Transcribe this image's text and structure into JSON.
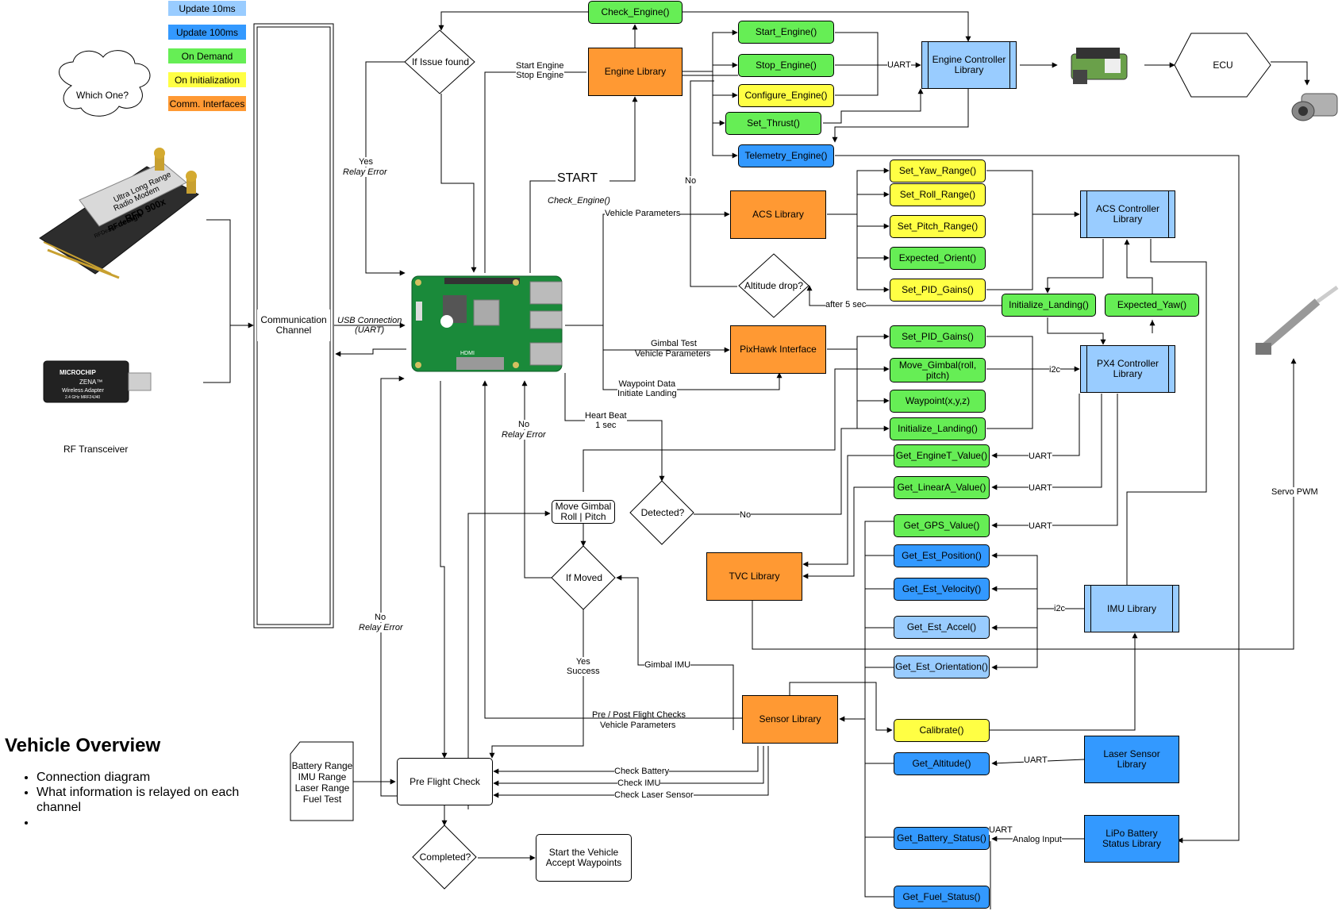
{
  "legend": [
    {
      "label": "Update 10ms",
      "color": "#99ccff"
    },
    {
      "label": "Update 100ms",
      "color": "#3399ff"
    },
    {
      "label": "On Demand",
      "color": "#66ee55"
    },
    {
      "label": "On Initialization",
      "color": "#ffff44"
    },
    {
      "label": "Comm. Interfaces",
      "color": "#ff9933"
    }
  ],
  "cloud": "Which One?",
  "rf_caption": "RF Transceiver",
  "comm_channel": "Communication\nChannel",
  "usb_label": "USB Connection\n(UART)",
  "title": "Vehicle Overview",
  "bullets": [
    "Connection diagram",
    "What information is relayed on each channel",
    ""
  ],
  "start": "START",
  "start_sub": "Check_Engine()",
  "images": {
    "rfd900": "RFD 900x",
    "rfd_line1": "Ultra Long Range",
    "rfd_line2": "Radio Modem",
    "rfd_brand": "RFdesign",
    "rfd_url": "RFDesign.com.au",
    "zena_brand": "MICROCHIP",
    "zena_line1": "ZENA™",
    "zena_line2": "Wireless Adapter",
    "zena_line3": "2.4 GHz MRF24J40",
    "pi_hdmi": "HDMI"
  },
  "diamonds": {
    "issue": "If Issue found",
    "altitude": "Altitude drop?",
    "detected": "Detected?",
    "moved": "If Moved",
    "completed": "Completed?"
  },
  "nodes": {
    "check_engine": "Check_Engine()",
    "engine_lib": "Engine Library",
    "start_engine": "Start_Engine()",
    "stop_engine": "Stop_Engine()",
    "configure_engine": "Configure_Engine()",
    "set_thrust": "Set_Thrust()",
    "telemetry_engine": "Telemetry_Engine()",
    "engine_ctrl": "Engine Controller\nLibrary",
    "ecu": "ECU",
    "acs_lib": "ACS Library",
    "set_yaw": "Set_Yaw_Range()",
    "set_roll": "Set_Roll_Range()",
    "set_pitch": "Set_Pitch_Range()",
    "expected_orient": "Expected_Orient()",
    "set_pid1": "Set_PID_Gains()",
    "acs_ctrl": "ACS Controller\nLibrary",
    "init_landing1": "Initialize_Landing()",
    "expected_yaw": "Expected_Yaw()",
    "pixhawk": "PixHawk Interface",
    "set_pid2": "Set_PID_Gains()",
    "move_gimbal": "Move_Gimbal(roll,\npitch)",
    "waypoint": "Waypoint(x,y,z)",
    "init_landing2": "Initialize_Landing()",
    "px4_ctrl": "PX4 Controller\nLibrary",
    "get_enginet": "Get_EngineT_Value()",
    "get_lineara": "Get_LinearA_Value()",
    "get_gps": "Get_GPS_Value()",
    "get_est_pos": "Get_Est_Position()",
    "get_est_vel": "Get_Est_Velocity()",
    "get_est_acc": "Get_Est_Accel()",
    "get_est_orient": "Get_Est_Orientation()",
    "tvc_lib": "TVC Library",
    "imu_lib": "IMU Library",
    "move_gimbal_rp": "Move Gimbal\nRoll | Pitch",
    "sensor_lib": "Sensor Library",
    "calibrate": "Calibrate()",
    "get_altitude": "Get_Altitude()",
    "laser_lib": "Laser Sensor\nLibrary",
    "get_battery": "Get_Battery_Status()",
    "lipo_lib": "LiPo Battery\nStatus Library",
    "get_fuel": "Get_Fuel_Status()",
    "pre_flight": "Pre Flight Check",
    "start_vehicle": "Start the Vehicle\nAccept Waypoints",
    "doc": "Battery Range\nIMU Range\nLaser Range\nFuel Test"
  },
  "edge_labels": {
    "start_stop": "Start Engine\nStop Engine",
    "yes_relay": "Yes",
    "relay_error": "Relay Error",
    "uart_engine": "UART",
    "no_alt": "No",
    "vehicle_params": "Vehicle Parameters",
    "after5": "after 5 sec",
    "gimbal_test_1": "Gimbal Test",
    "gimbal_test_2": "Vehicle Parameters",
    "waypoint_data": "Waypoint Data\nInitiate Landing",
    "i2c_px4": "i2c",
    "heart_beat": "Heart Beat\n1 sec",
    "no_relay2": "No",
    "uart1": "UART",
    "uart2": "UART",
    "uart3": "UART",
    "servo_pwm": "Servo PWM",
    "no_detected": "No",
    "i2c_imu": "i2c",
    "yes_success": "Yes\nSuccess",
    "gimbal_imu": "Gimbal IMU",
    "no_relay3": "No",
    "pre_post_1": "Pre / Post Flight Checks",
    "pre_post_2": "Vehicle Parameters",
    "uart_laser": "UART",
    "check_battery": "Check Battery",
    "check_imu": "Check IMU",
    "check_laser": "Check Laser Sensor",
    "uart_batt": "UART",
    "analog_input": "Analog Input"
  }
}
